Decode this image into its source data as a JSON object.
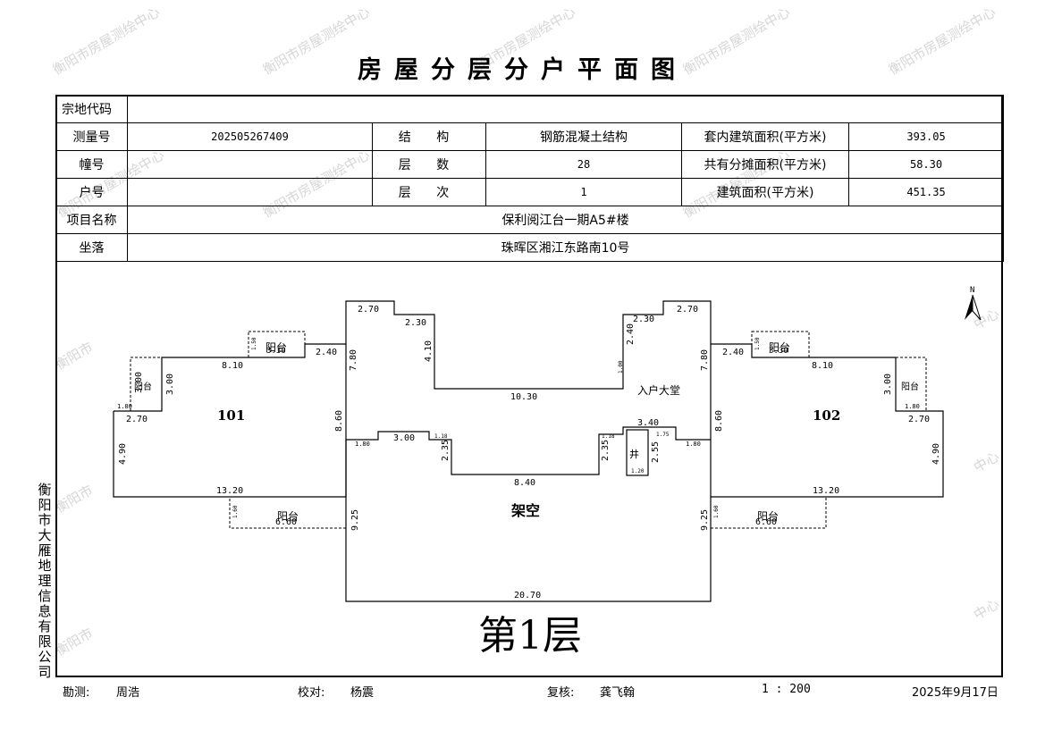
{
  "title": "房屋分层分户平面图",
  "watermarks": [
    "衡阳市房屋测绘中心",
    "衡阳市房屋测绘中心",
    "衡阳市房屋测绘中心",
    "衡阳市房屋测绘中心",
    "衡阳市房屋测绘中心",
    "衡阳市房屋测绘中心",
    "衡阳市房屋测绘中心",
    "衡阳市房屋测绘中心",
    "衡阳市",
    "衡阳市",
    "衡阳市",
    "中心",
    "中心",
    "中心"
  ],
  "info": {
    "zongdi_label": "宗地代码",
    "zongdi_value": "",
    "survey_label": "测量号",
    "survey_value": "202505267409",
    "struct_label": "结 构",
    "struct_value": "钢筋混凝土结构",
    "inner_area_label": "套内建筑面积(平方米)",
    "inner_area_value": "393.05",
    "building_label": "幢号",
    "building_value": "",
    "floors_label": "层 数",
    "floors_value": "28",
    "shared_area_label": "共有分摊面积(平方米)",
    "shared_area_value": "58.30",
    "unit_label": "户号",
    "unit_value": "",
    "floor_label": "层 次",
    "floor_value": "1",
    "total_area_label": "建筑面积(平方米)",
    "total_area_value": "451.35",
    "project_label": "项目名称",
    "project_value": "保利阅江台一期A5#楼",
    "location_label": "坐落",
    "location_value": "珠晖区湘江东路南10号"
  },
  "plan": {
    "north": "N",
    "floor_title": "第1层",
    "unit_left": "101",
    "unit_right": "102",
    "open_space": "架空",
    "lobby": "入户大堂",
    "balcony": "阳台",
    "shaft": "井",
    "dims": {
      "d270": "2.70",
      "d230": "2.30",
      "d410": "4.10",
      "d780": "7.80",
      "d240": "2.40",
      "d810": "8.10",
      "d300": "3.00",
      "d860": "8.60",
      "d490": "4.90",
      "d1320": "13.20",
      "d680": "6.60",
      "d925": "9.25",
      "d1030": "10.30",
      "d340": "3.40",
      "d840": "8.40",
      "d235": "2.35",
      "d255": "2.55",
      "d2070": "20.70",
      "d180": "1.80",
      "d150": "1.50",
      "d160": "1.60",
      "d118": "1.18",
      "d175": "1.75",
      "d120": "1.20",
      "d100": "1.00",
      "d330": "3.30",
      "d240b": "2.40",
      "d186": "1.80"
    }
  },
  "sidebar": "衡阳市大雁地理信息有限公司",
  "footer": {
    "survey_label": "勘测:",
    "survey_person": "周浩",
    "check_label": "校对:",
    "check_person": "杨震",
    "review_label": "复核:",
    "review_person": "龚飞翰",
    "scale": "1 : 200",
    "date": "2025年9月17日"
  }
}
